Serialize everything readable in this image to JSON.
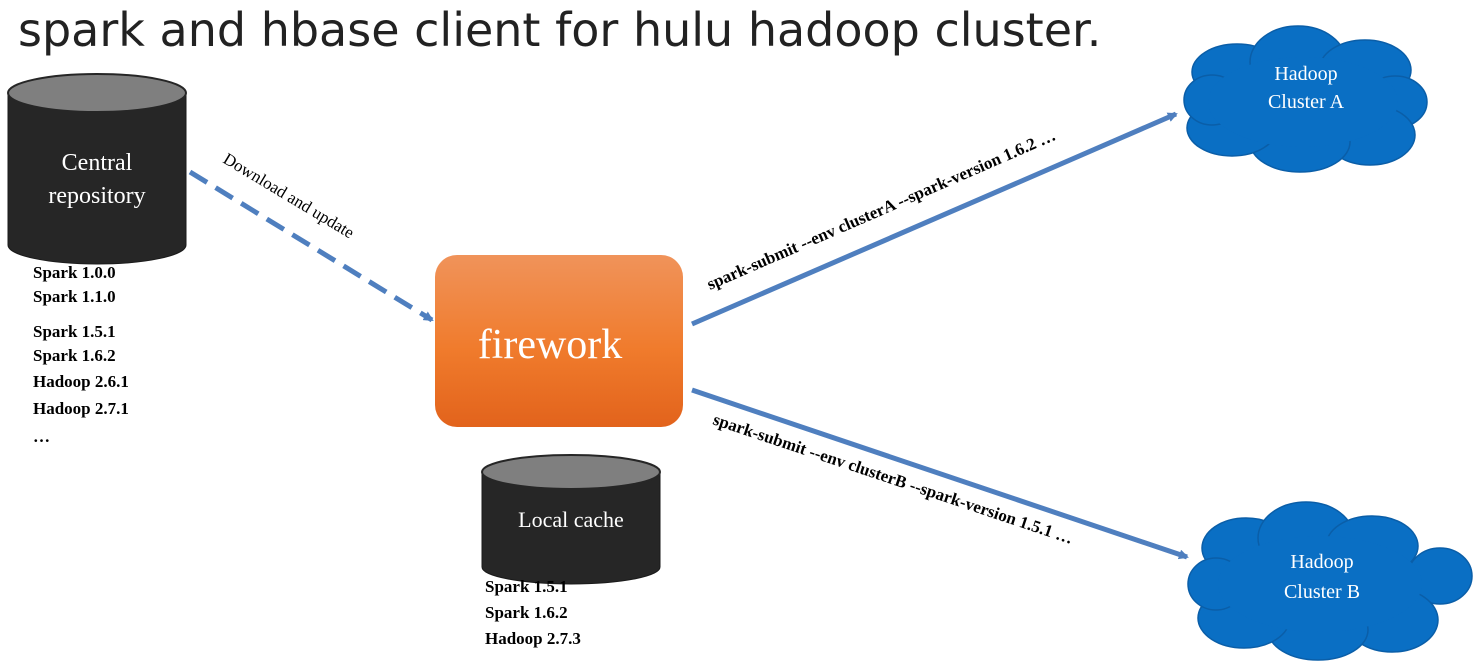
{
  "title": "spark and hbase client for hulu hadoop cluster.",
  "central_repository": {
    "label_line1": "Central",
    "label_line2": "repository",
    "items": [
      "Spark 1.0.0",
      "Spark 1.1.0",
      "Spark 1.5.1",
      "Spark 1.6.2",
      "Hadoop 2.6.1",
      "Hadoop 2.7.1",
      "…"
    ]
  },
  "download_label": "Download and update",
  "firework": {
    "label": "firework"
  },
  "local_cache": {
    "label": "Local cache",
    "items": [
      "Spark 1.5.1",
      "Spark 1.6.2",
      "Hadoop 2.7.3"
    ]
  },
  "cluster_a": {
    "label_line1": "Hadoop",
    "label_line2": "Cluster A",
    "command": "spark-submit --env  clusterA --spark-version 1.6.2 …"
  },
  "cluster_b": {
    "label_line1": "Hadoop",
    "label_line2": "Cluster B",
    "command": "spark-submit --env  clusterB --spark-version 1.5.1 …"
  },
  "colors": {
    "cylinder_body": "#262626",
    "cylinder_top": "#7f7f7f",
    "cloud": "#0a6fc4",
    "arrow": "#4f7fbf",
    "firework_top": "#f0955a",
    "firework_bottom": "#e8681e"
  }
}
